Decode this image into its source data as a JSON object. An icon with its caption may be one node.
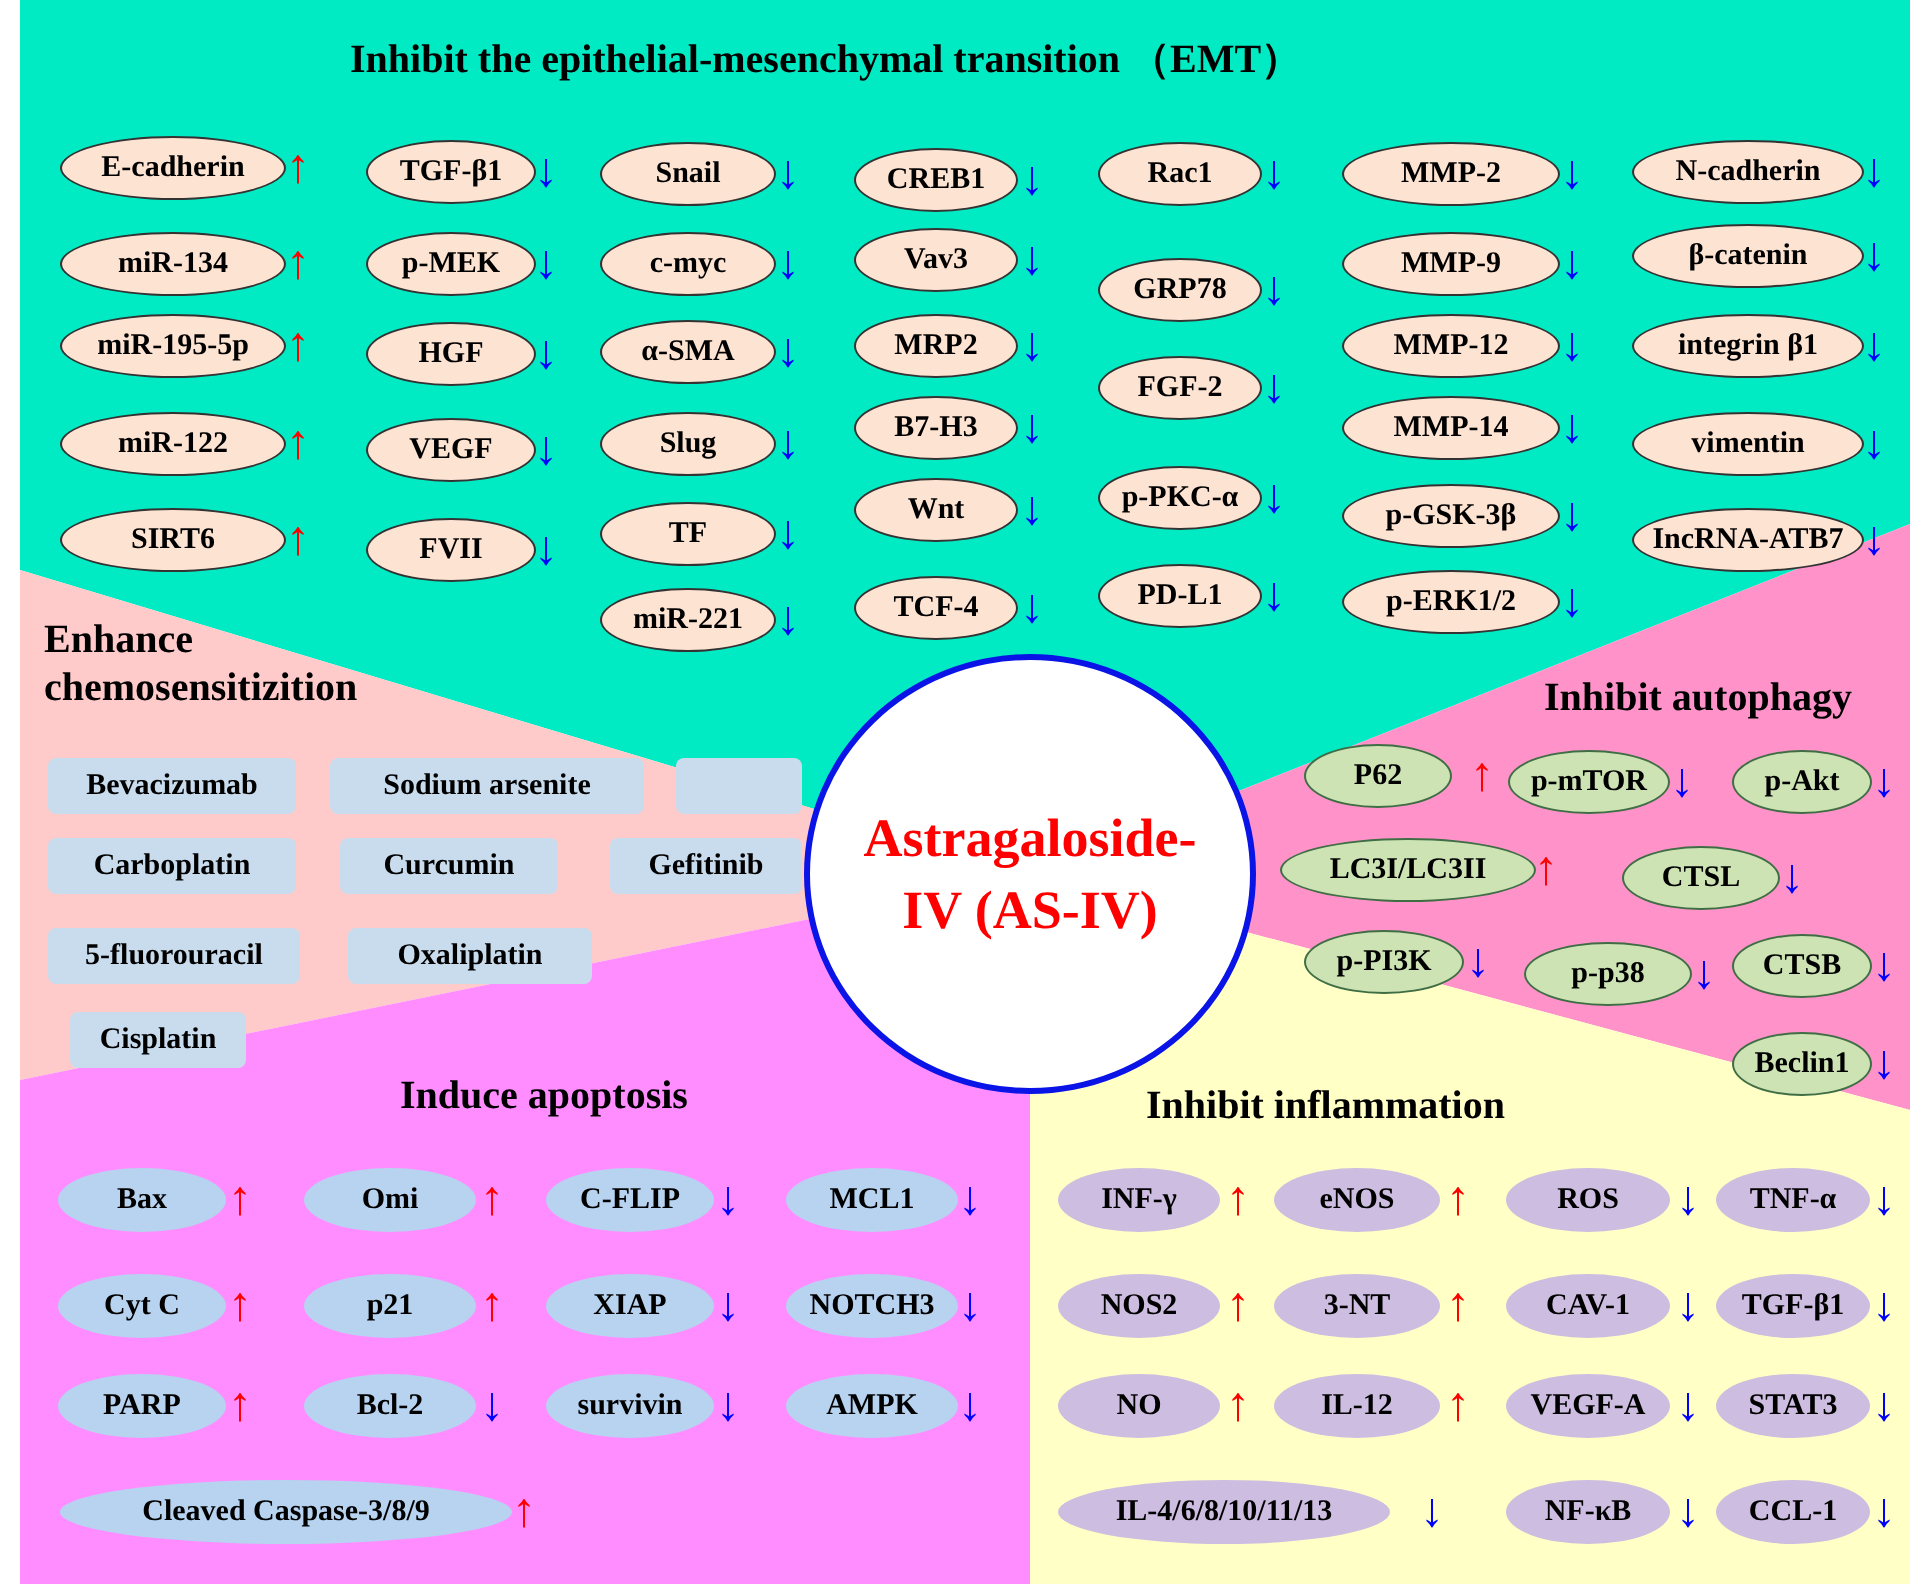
{
  "diagram": {
    "nodes": [
      {
        "text": [
          "Inhibit the epithelial-mesenchymal transition （EMT）"
        ]
      },
      {
        "text": [
          "E-cadherin"
        ],
        "in": 0,
        "beside": [
          "↑"
        ]
      },
      {
        "text": [
          "miR-134"
        ],
        "in": 0,
        "beside": [
          "↑"
        ]
      },
      {
        "text": [
          "miR-195-5p"
        ],
        "in": 0,
        "beside": [
          "↑"
        ]
      },
      {
        "text": [
          "miR-122"
        ],
        "in": 0,
        "beside": [
          "↑"
        ]
      },
      {
        "text": [
          "SIRT6"
        ],
        "in": 0,
        "beside": [
          "↑"
        ]
      },
      {
        "text": [
          "TGF-β1"
        ],
        "in": 0,
        "beside": [
          "↓"
        ]
      },
      {
        "text": [
          "p-MEK"
        ],
        "in": 0,
        "beside": [
          "↓"
        ]
      },
      {
        "text": [
          "HGF"
        ],
        "in": 0,
        "beside": [
          "↓"
        ]
      },
      {
        "text": [
          "VEGF"
        ],
        "in": 0,
        "beside": [
          "↓"
        ]
      },
      {
        "text": [
          "FVII"
        ],
        "in": 0,
        "beside": [
          "↓"
        ]
      },
      {
        "text": [
          "Snail"
        ],
        "in": 0,
        "beside": [
          "↓"
        ]
      },
      {
        "text": [
          "c-myc"
        ],
        "in": 0,
        "beside": [
          "↓"
        ]
      },
      {
        "text": [
          "α-SMA"
        ],
        "in": 0,
        "beside": [
          "↓"
        ]
      },
      {
        "text": [
          "Slug"
        ],
        "in": 0,
        "beside": [
          "↓"
        ]
      },
      {
        "text": [
          "TF"
        ],
        "in": 0,
        "beside": [
          "↓"
        ]
      },
      {
        "text": [
          "miR-221"
        ],
        "in": 0,
        "beside": [
          "↓"
        ]
      },
      {
        "text": [
          "CREB1"
        ],
        "in": 0,
        "beside": [
          "↓"
        ]
      },
      {
        "text": [
          "Vav3"
        ],
        "in": 0,
        "beside": [
          "↓"
        ]
      },
      {
        "text": [
          "MRP2"
        ],
        "in": 0,
        "beside": [
          "↓"
        ]
      },
      {
        "text": [
          "B7-H3"
        ],
        "in": 0,
        "beside": [
          "↓"
        ]
      },
      {
        "text": [
          "Wnt"
        ],
        "in": 0,
        "beside": [
          "↓"
        ]
      },
      {
        "text": [
          "TCF-4"
        ],
        "in": 0,
        "beside": [
          "↓"
        ]
      },
      {
        "text": [
          "Rac1"
        ],
        "in": 0,
        "beside": [
          "↓"
        ]
      },
      {
        "text": [
          "GRP78"
        ],
        "in": 0,
        "beside": [
          "↓"
        ]
      },
      {
        "text": [
          "FGF-2"
        ],
        "in": 0,
        "beside": [
          "↓"
        ]
      },
      {
        "text": [
          "p-PKC-α"
        ],
        "in": 0,
        "beside": [
          "↓"
        ]
      },
      {
        "text": [
          "PD-L1"
        ],
        "in": 0,
        "beside": [
          "↓"
        ]
      },
      {
        "text": [
          "MMP-2"
        ],
        "in": 0,
        "beside": [
          "↓"
        ]
      },
      {
        "text": [
          "MMP-9"
        ],
        "in": 0,
        "beside": [
          "↓"
        ]
      },
      {
        "text": [
          "MMP-12"
        ],
        "in": 0,
        "beside": [
          "↓"
        ]
      },
      {
        "text": [
          "MMP-14"
        ],
        "in": 0,
        "beside": [
          "↓"
        ]
      },
      {
        "text": [
          "p-GSK-3β"
        ],
        "in": 0,
        "beside": [
          "↓"
        ]
      },
      {
        "text": [
          "p-ERK1/2"
        ],
        "in": 0,
        "beside": [
          "↓"
        ]
      },
      {
        "text": [
          "N-cadherin"
        ],
        "in": 0,
        "beside": [
          "↓"
        ]
      },
      {
        "text": [
          "β-catenin"
        ],
        "in": 0,
        "beside": [
          "↓"
        ]
      },
      {
        "text": [
          "integrin β1"
        ],
        "in": 0,
        "beside": [
          "↓"
        ]
      },
      {
        "text": [
          "vimentin"
        ],
        "in": 0,
        "beside": [
          "↓"
        ]
      },
      {
        "text": [
          "IncRNA-ATB7"
        ],
        "in": 0,
        "beside": [
          "↓"
        ]
      },
      {
        "text": [
          "Enhance chemosensitizition"
        ]
      },
      {
        "text": [
          "Bevacizumab"
        ],
        "in": 39
      },
      {
        "text": [
          "Sodium arsenite"
        ],
        "in": 39
      },
      {
        "text": [],
        "in": 39,
        "shape": "box"
      },
      {
        "text": [
          "Carboplatin"
        ],
        "in": 39
      },
      {
        "text": [
          "Curcumin"
        ],
        "in": 39
      },
      {
        "text": [
          "Gefitinib"
        ],
        "in": 39
      },
      {
        "text": [
          "5-fluorouracil"
        ],
        "in": 39
      },
      {
        "text": [
          "Oxaliplatin"
        ],
        "in": 39
      },
      {
        "text": [
          "Cisplatin"
        ],
        "in": 39
      },
      {
        "text": [
          "Astragaloside-IV (AS-IV)"
        ]
      },
      {
        "text": [
          "Inhibit autophagy"
        ]
      },
      {
        "text": [
          "P62"
        ],
        "in": 50,
        "beside": [
          "↑"
        ]
      },
      {
        "text": [
          "p-mTOR"
        ],
        "in": 50,
        "beside": [
          "↓"
        ]
      },
      {
        "text": [
          "p-Akt"
        ],
        "in": 50,
        "beside": [
          "↓"
        ]
      },
      {
        "text": [
          "LC3I/LC3II"
        ],
        "in": 50,
        "beside": [
          "↑"
        ]
      },
      {
        "text": [
          "CTSL"
        ],
        "in": 50,
        "beside": [
          "↓"
        ]
      },
      {
        "text": [
          "p-PI3K"
        ],
        "in": 50,
        "beside": [
          "↓"
        ]
      },
      {
        "text": [
          "p-p38"
        ],
        "in": 50,
        "beside": [
          "↓"
        ]
      },
      {
        "text": [
          "CTSB"
        ],
        "in": 50,
        "beside": [
          "↓"
        ]
      },
      {
        "text": [
          "Beclin1"
        ],
        "in": 50,
        "beside": [
          "↓"
        ]
      },
      {
        "text": [
          "Induce apoptosis"
        ]
      },
      {
        "text": [
          "Bax"
        ],
        "in": 60,
        "beside": [
          "↑"
        ]
      },
      {
        "text": [
          "Omi"
        ],
        "in": 60,
        "beside": [
          "↑"
        ]
      },
      {
        "text": [
          "C-FLIP"
        ],
        "in": 60,
        "beside": [
          "↓"
        ]
      },
      {
        "text": [
          "MCL1"
        ],
        "in": 60,
        "beside": [
          "↓"
        ]
      },
      {
        "text": [
          "Cyt C"
        ],
        "in": 60,
        "beside": [
          "↑"
        ]
      },
      {
        "text": [
          "p21"
        ],
        "in": 60,
        "beside": [
          "↑"
        ]
      },
      {
        "text": [
          "XIAP"
        ],
        "in": 60,
        "beside": [
          "↓"
        ]
      },
      {
        "text": [
          "NOTCH3"
        ],
        "in": 60,
        "beside": [
          "↓"
        ]
      },
      {
        "text": [
          "PARP"
        ],
        "in": 60,
        "beside": [
          "↑"
        ]
      },
      {
        "text": [
          "Bcl-2"
        ],
        "in": 60,
        "beside": [
          "↓"
        ]
      },
      {
        "text": [
          "survivin"
        ],
        "in": 60,
        "beside": [
          "↓"
        ]
      },
      {
        "text": [
          "AMPK"
        ],
        "in": 60,
        "beside": [
          "↓"
        ]
      },
      {
        "text": [
          "Cleaved Caspase-3/8/9"
        ],
        "in": 60,
        "beside": [
          "↑"
        ]
      },
      {
        "text": [
          "Inhibit inflammation"
        ]
      },
      {
        "text": [
          "INF-γ"
        ],
        "in": 74,
        "beside": [
          "↑"
        ]
      },
      {
        "text": [
          "eNOS"
        ],
        "in": 74,
        "beside": [
          "↑"
        ]
      },
      {
        "text": [
          "ROS"
        ],
        "in": 74,
        "beside": [
          "↓"
        ]
      },
      {
        "text": [
          "TNF-α"
        ],
        "in": 74,
        "beside": [
          "↓"
        ]
      },
      {
        "text": [
          "NOS2"
        ],
        "in": 74,
        "beside": [
          "↑"
        ]
      },
      {
        "text": [
          "3-NT"
        ],
        "in": 74,
        "beside": [
          "↑"
        ]
      },
      {
        "text": [
          "CAV-1"
        ],
        "in": 74,
        "beside": [
          "↓"
        ]
      },
      {
        "text": [
          "TGF-β1"
        ],
        "in": 74,
        "beside": [
          "↓"
        ]
      },
      {
        "text": [
          "NO"
        ],
        "in": 74,
        "beside": [
          "↑"
        ]
      },
      {
        "text": [
          "IL-12"
        ],
        "in": 74,
        "beside": [
          "↑"
        ]
      },
      {
        "text": [
          "VEGF-A"
        ],
        "in": 74,
        "beside": [
          "↓"
        ]
      },
      {
        "text": [
          "STAT3"
        ],
        "in": 74,
        "beside": [
          "↓"
        ]
      },
      {
        "text": [
          "IL-4/6/8/10/11/13"
        ],
        "in": 74,
        "beside": [
          "↓"
        ]
      },
      {
        "text": [
          "NF-κB"
        ],
        "in": 74,
        "beside": [
          "↓"
        ]
      },
      {
        "text": [
          "CCL-1"
        ],
        "in": 74,
        "beside": [
          "↓"
        ]
      }
    ]
  }
}
